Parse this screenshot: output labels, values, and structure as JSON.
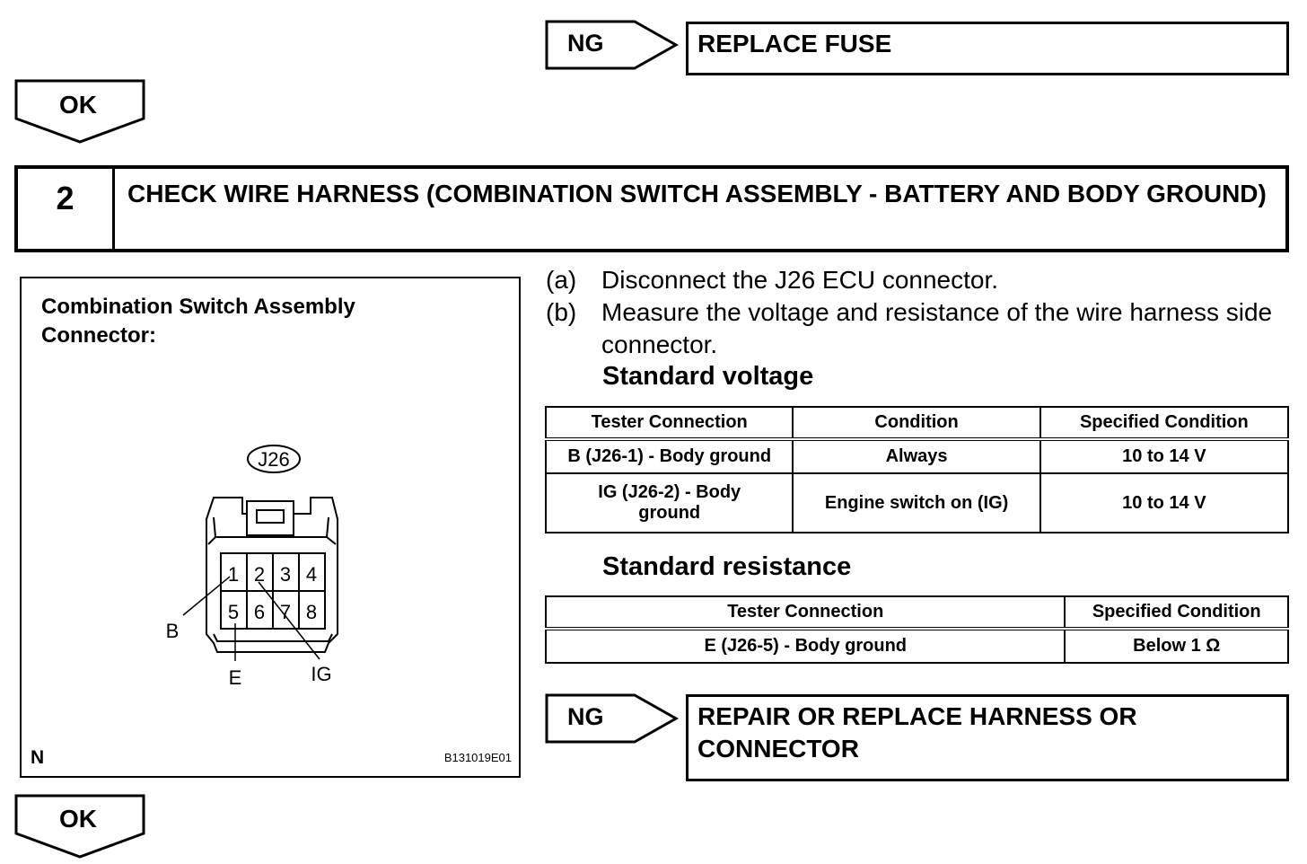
{
  "top_ng": {
    "label": "NG",
    "result": "REPLACE FUSE"
  },
  "top_ok": {
    "label": "OK"
  },
  "step": {
    "number": "2",
    "title": "CHECK WIRE HARNESS (COMBINATION SWITCH ASSEMBLY - BATTERY AND BODY GROUND)"
  },
  "figure": {
    "title": "Combination Switch Assembly Connector:",
    "connector_id": "J26",
    "pins": [
      "1",
      "2",
      "3",
      "4",
      "5",
      "6",
      "7",
      "8"
    ],
    "callouts": {
      "b": "B",
      "e": "E",
      "ig": "IG"
    },
    "corner_label": "N",
    "figure_code": "B131019E01"
  },
  "instructions": [
    {
      "letter": "(a)",
      "text": "Disconnect the J26 ECU connector."
    },
    {
      "letter": "(b)",
      "text": "Measure the voltage and resistance of the wire harness side connector."
    }
  ],
  "standard_voltage": {
    "label": "Standard voltage",
    "headers": [
      "Tester Connection",
      "Condition",
      "Specified Condition"
    ],
    "rows": [
      [
        "B (J26-1) - Body ground",
        "Always",
        "10 to 14 V"
      ],
      [
        "IG (J26-2) - Body ground",
        "Engine switch on (IG)",
        "10 to 14 V"
      ]
    ]
  },
  "standard_resistance": {
    "label": "Standard resistance",
    "headers": [
      "Tester Connection",
      "Specified Condition"
    ],
    "rows": [
      [
        "E (J26-5) - Body ground",
        "Below 1 Ω"
      ]
    ]
  },
  "bottom_ng": {
    "label": "NG",
    "result": "REPAIR OR REPLACE HARNESS OR CONNECTOR"
  },
  "bottom_ok": {
    "label": "OK"
  }
}
